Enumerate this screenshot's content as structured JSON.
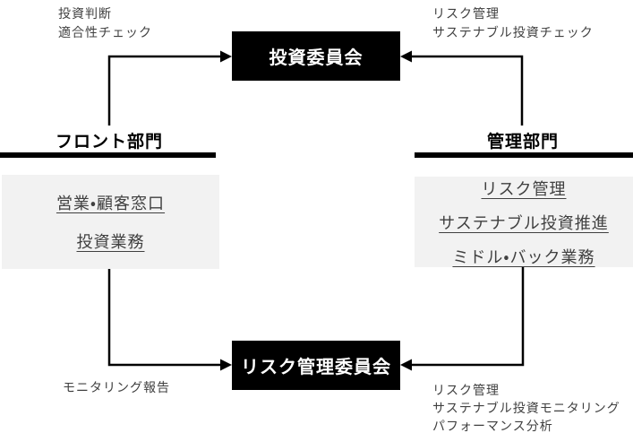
{
  "colors": {
    "committee_bg": "#000000",
    "committee_text": "#ffffff",
    "panel_bg": "#f2f2f2",
    "annotation_text": "#404040",
    "line": "#000000"
  },
  "committees": {
    "investment": {
      "label": "投資委員会"
    },
    "risk": {
      "label": "リスク管理委員会"
    }
  },
  "departments": {
    "front": {
      "title": "フロント部門",
      "functions": [
        "営業・顧客窓口",
        "投資業務"
      ]
    },
    "admin": {
      "title": "管理部門",
      "functions": [
        "リスク管理",
        "サステナブル投資推進",
        "ミドル・バック業務"
      ]
    }
  },
  "annotations": {
    "front_to_investment": [
      "投資判断",
      "適合性チェック"
    ],
    "admin_to_investment": [
      "リスク管理",
      "サステナブル投資チェック"
    ],
    "front_to_risk": [
      "モニタリング報告"
    ],
    "admin_to_risk": [
      "リスク管理",
      "サステナブル投資モニタリング",
      "パフォーマンス分析"
    ]
  }
}
